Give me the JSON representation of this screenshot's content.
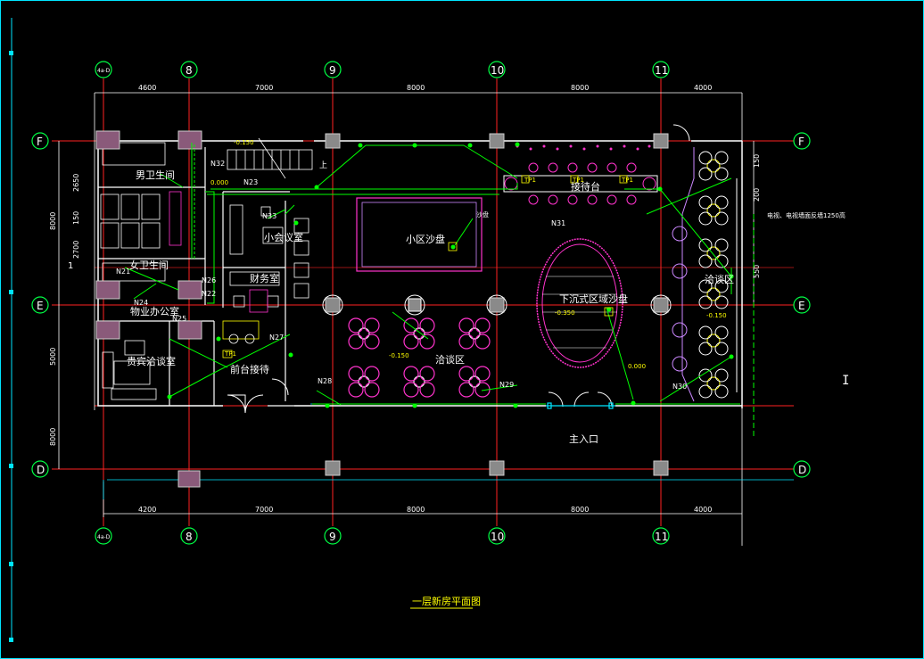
{
  "drawing": {
    "title": "一层新房平面图",
    "axes_top": [
      "4a-D",
      "8",
      "9",
      "10",
      "11"
    ],
    "axes_bottom": [
      "4a-D",
      "8",
      "9",
      "10",
      "11"
    ],
    "axes_left": [
      "F",
      "E",
      "D"
    ],
    "axes_right": [
      "F",
      "E",
      "D"
    ],
    "dims_top": [
      "4600",
      "7000",
      "8000",
      "8000",
      "4000"
    ],
    "dims_bottom": [
      "4200",
      "7000",
      "8000",
      "8000",
      "4000"
    ],
    "dims_left": [
      "8000",
      "5000",
      "8000"
    ],
    "dims_left_inner": [
      "2650",
      "150",
      "2700"
    ],
    "dims_right": [
      "150",
      "200",
      "550"
    ],
    "rooms": {
      "male_wc": "男卫生间",
      "female_wc": "女卫生间",
      "small_meeting": "小会议室",
      "finance": "财务室",
      "property": "物业办公室",
      "vip": "贵宾洽谈室",
      "reception_desk": "前台接待",
      "model_area": "小区沙盘",
      "negotiation": "洽谈区",
      "bar": "接待台",
      "sunken_model": "下沉式区域沙盘",
      "lounge": "洽谈区",
      "entrance": "主入口"
    },
    "tags": [
      "N32",
      "N23",
      "N33",
      "N31",
      "N22",
      "N24",
      "N25",
      "N26",
      "N27",
      "N28",
      "N29",
      "N30",
      "N21"
    ],
    "levels": [
      "-0.150",
      "0.000",
      "-0.150",
      "0.000",
      "-0.150",
      "-0.350"
    ],
    "notes": {
      "up": "上",
      "right_note": "电视、电视墙面反墙1250高",
      "model_note": "沙盘",
      "side_mark": "1"
    },
    "tp_labels": [
      "TP1",
      "TP1",
      "TP1",
      "TP1"
    ]
  },
  "colors": {
    "grid": "#ff2222",
    "axis_circle": "#00ff44",
    "dim": "#ffffff",
    "wall": "#ffffff",
    "cyan": "#00e5ff",
    "green": "#00ff00",
    "magenta": "#ff33cc",
    "yellow": "#ffff00",
    "column": "#999999"
  }
}
